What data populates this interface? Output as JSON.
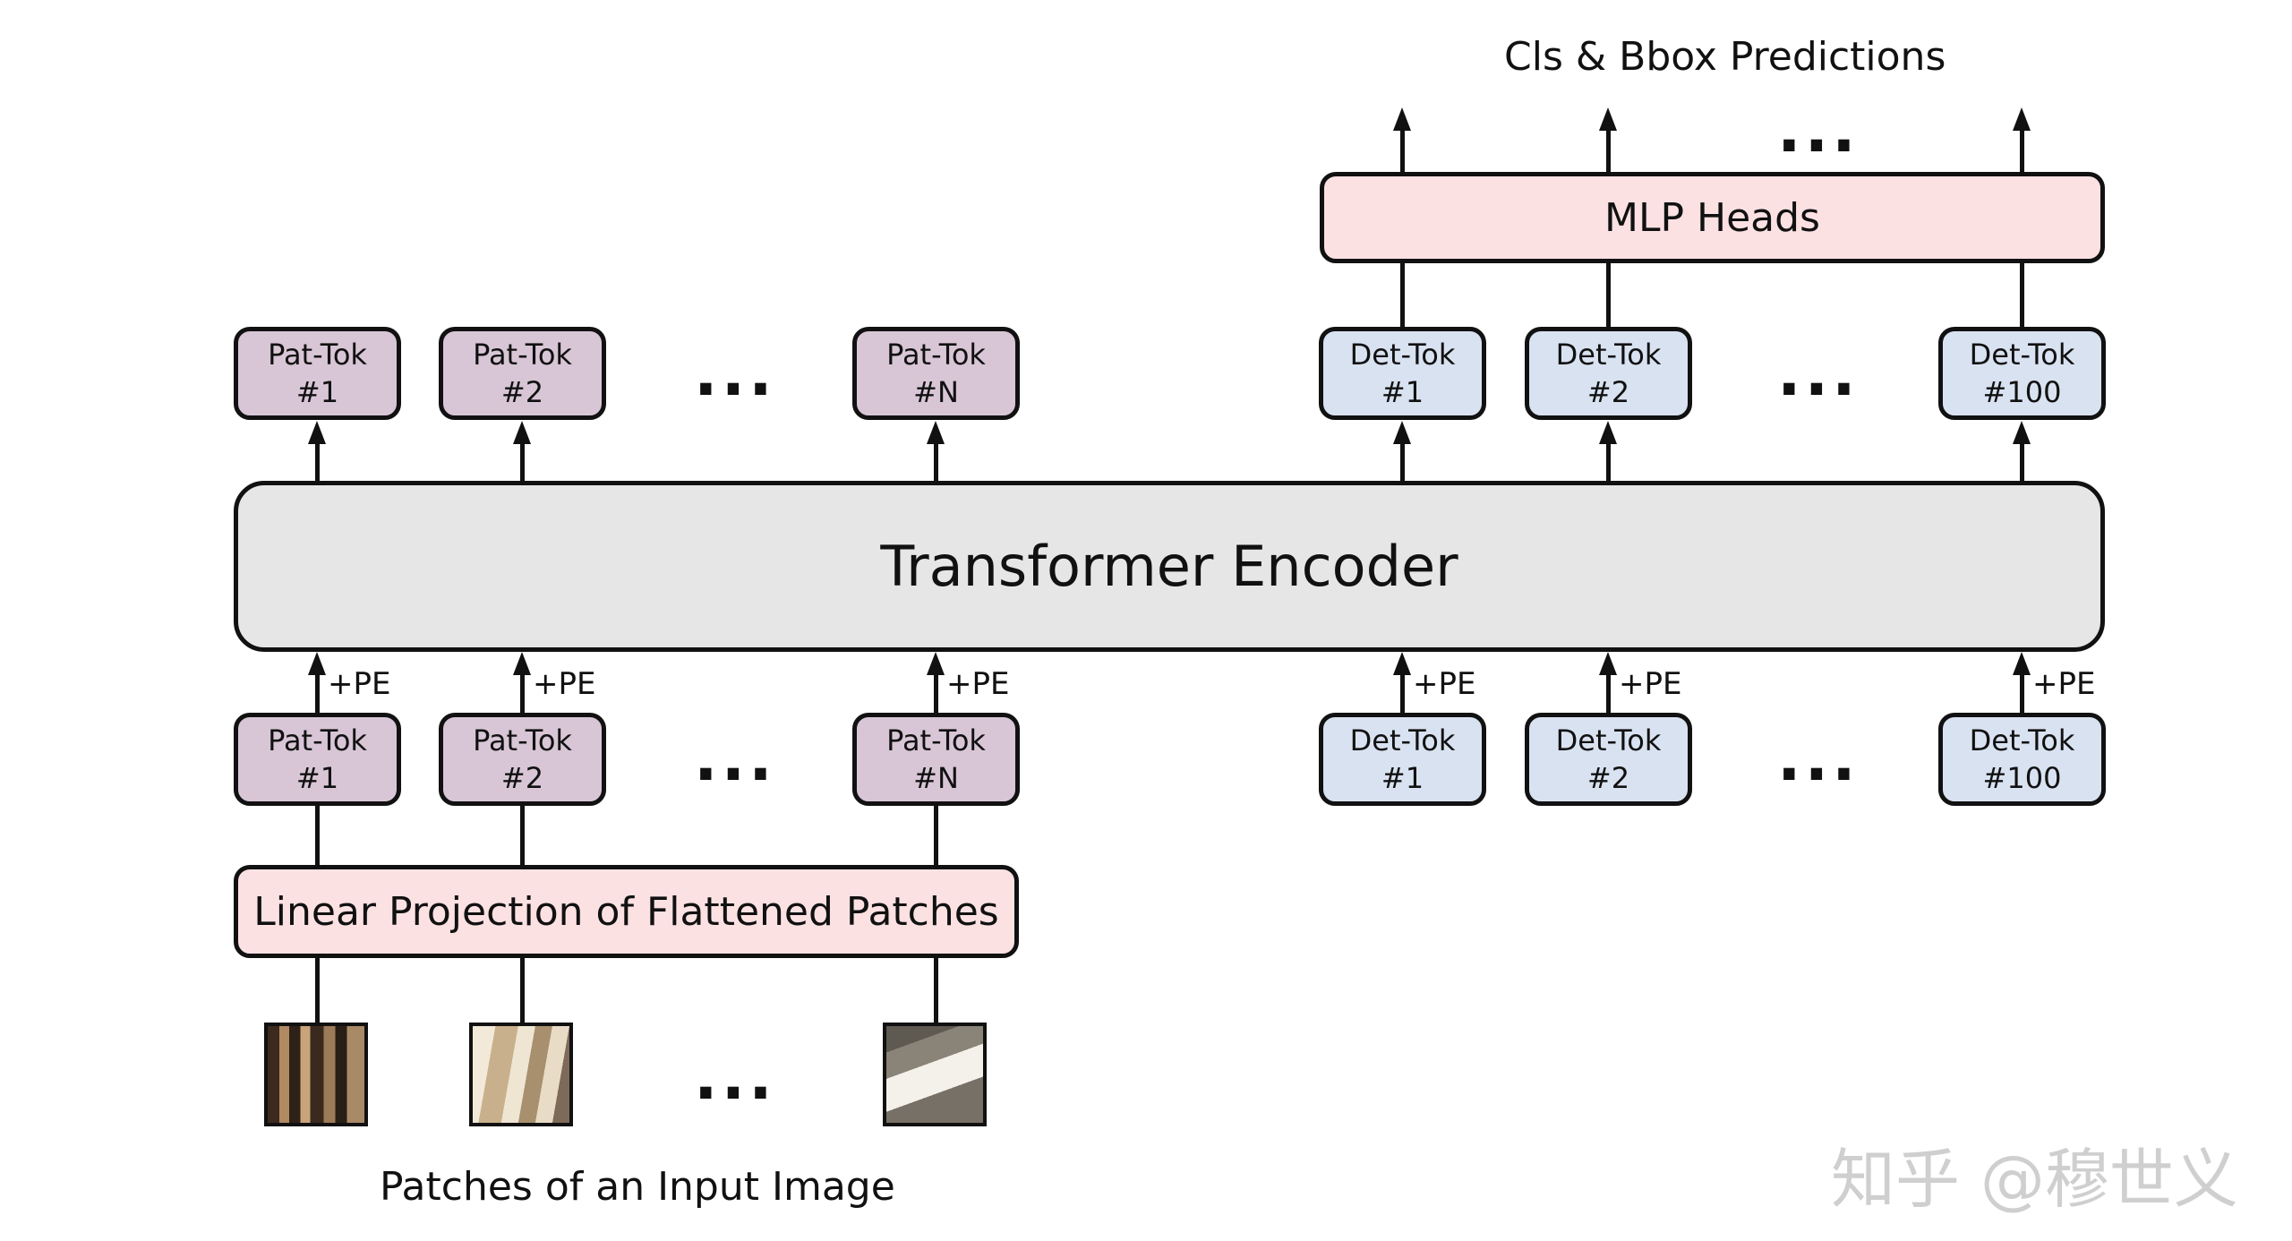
{
  "title": "Cls & Bbox Predictions",
  "mlp_heads": "MLP Heads",
  "encoder": "Transformer Encoder",
  "linear_projection": "Linear Projection of Flattened Patches",
  "bottom_label": "Patches of an Input Image",
  "pe_label": "+PE",
  "ellipsis": "...",
  "watermark": "知乎 @穆世义",
  "pat_tokens": [
    {
      "name": "Pat-Tok",
      "idx": "#1"
    },
    {
      "name": "Pat-Tok",
      "idx": "#2"
    },
    {
      "name": "Pat-Tok",
      "idx": "#N"
    }
  ],
  "det_tokens": [
    {
      "name": "Det-Tok",
      "idx": "#1"
    },
    {
      "name": "Det-Tok",
      "idx": "#2"
    },
    {
      "name": "Det-Tok",
      "idx": "#100"
    }
  ],
  "colors": {
    "pat_token_fill": "#d8c6d6",
    "det_token_fill": "#d9e2f1",
    "projection_and_heads_fill": "#fce1e3",
    "encoder_fill": "#e6e6e6"
  }
}
